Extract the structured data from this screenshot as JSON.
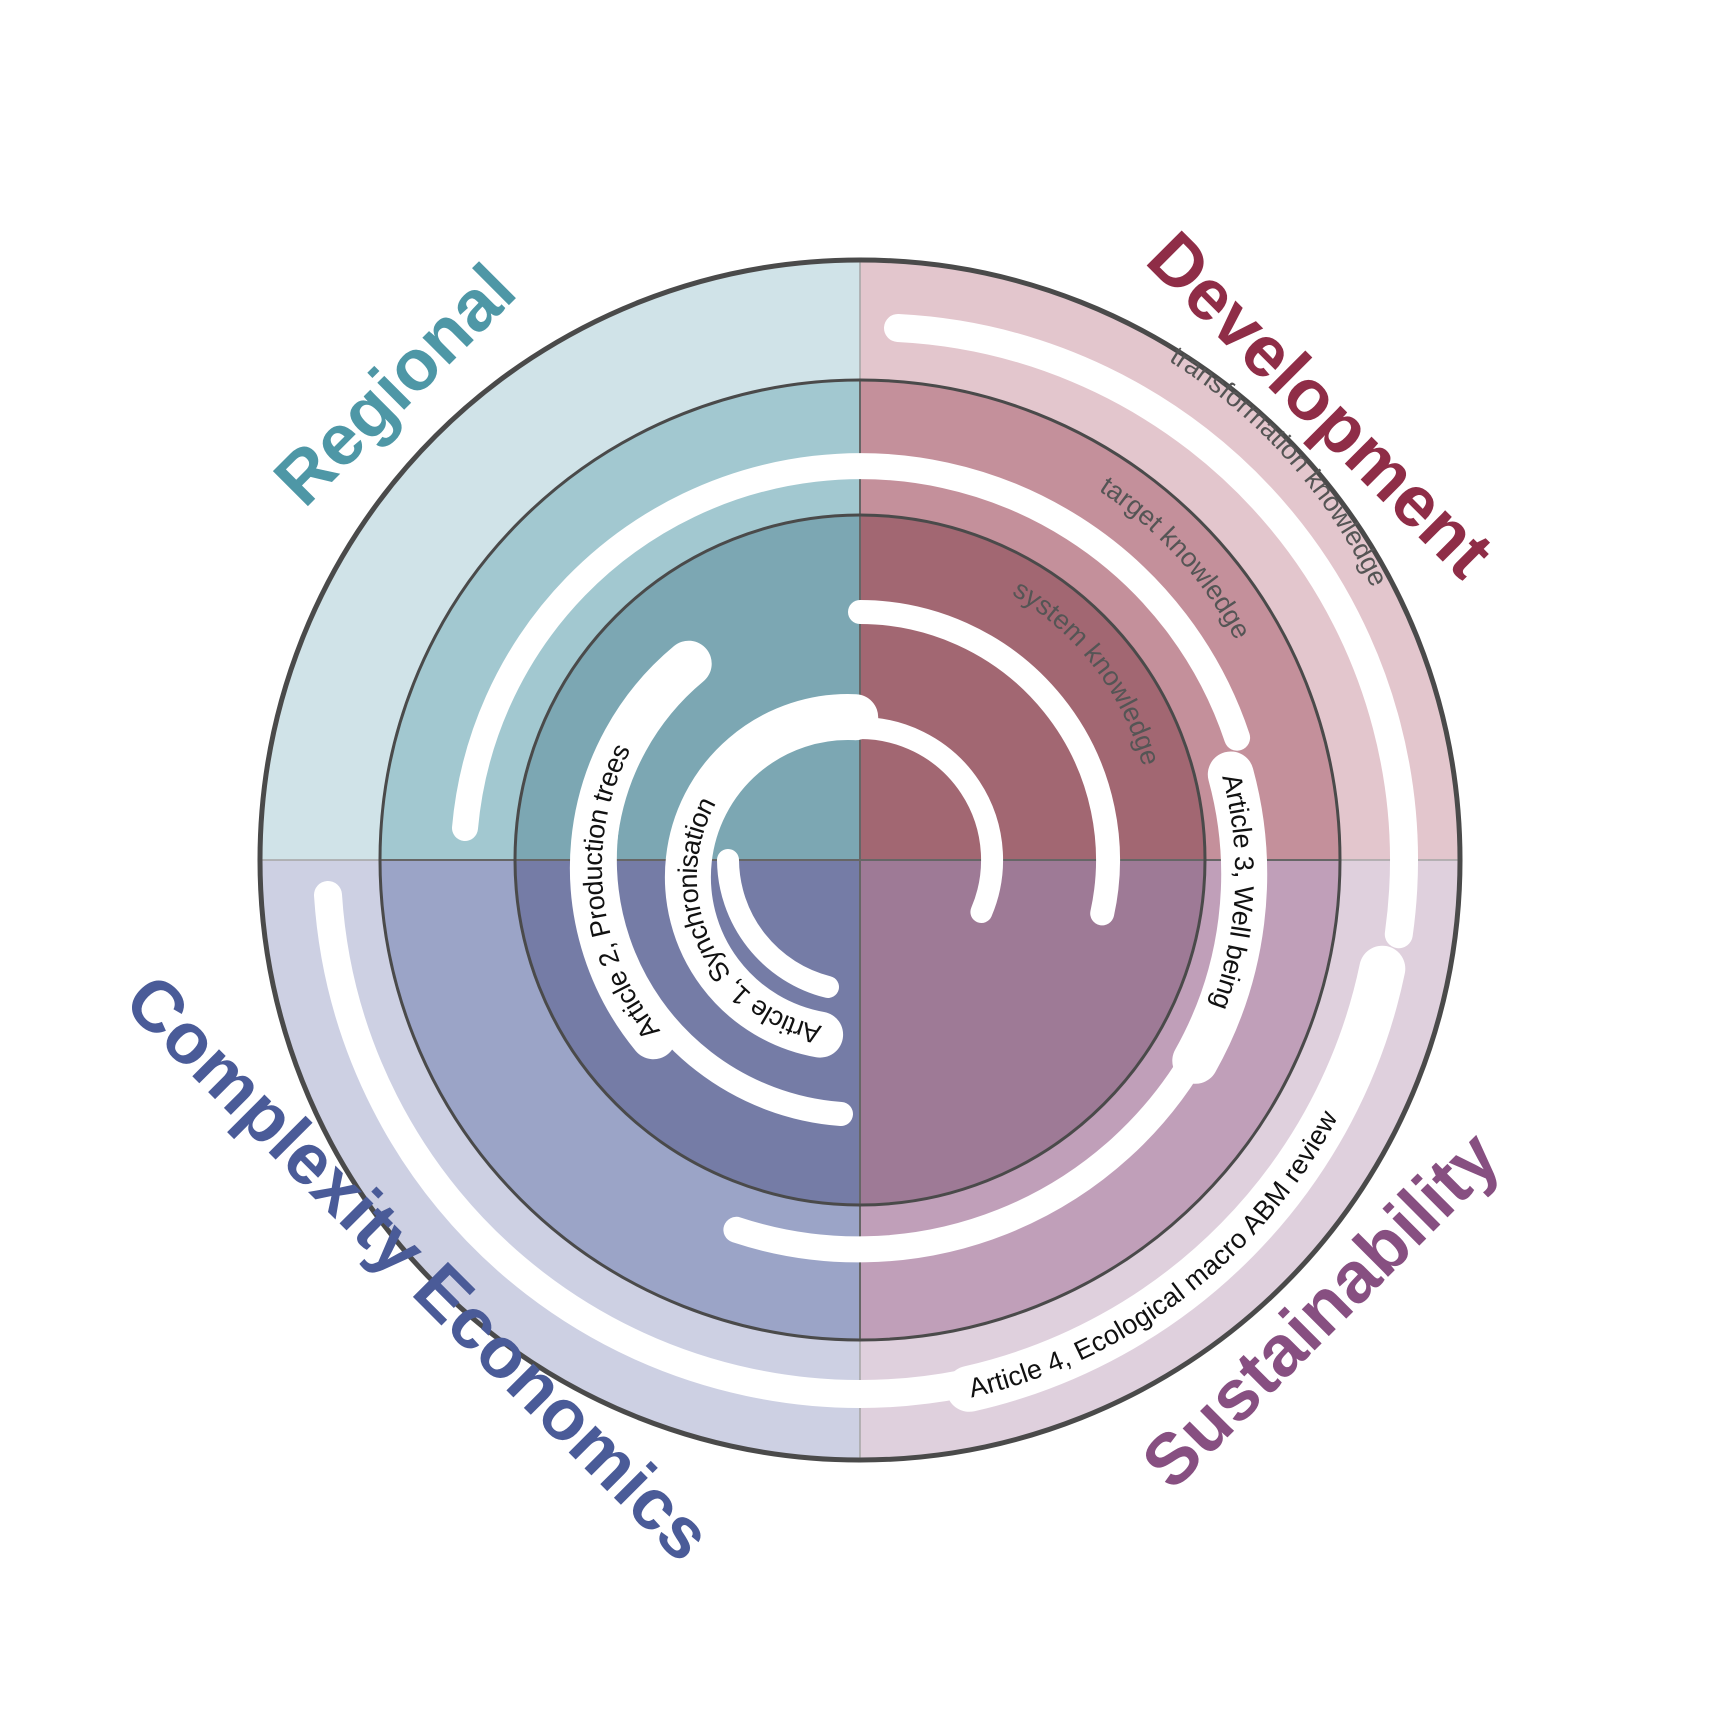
{
  "diagram": {
    "domains": {
      "regional": {
        "label": "Regional",
        "color": "#4e97a6"
      },
      "development": {
        "label": "Development",
        "color": "#8f2d47"
      },
      "sustainability": {
        "label": "Sustainability",
        "color": "#874f81"
      },
      "complexity": {
        "label": "Complexity Economics",
        "color": "#4a5b98"
      }
    },
    "quadrant_colors": {
      "regional": [
        "#d0e3e8",
        "#a2c8d0",
        "#7ca7b3"
      ],
      "development": [
        "#e3c6cd",
        "#c4909b",
        "#a26772"
      ],
      "sustainability": [
        "#dfd0dd",
        "#c09fb9",
        "#9e7a96"
      ],
      "complexity": [
        "#cdd0e3",
        "#9ba4c7",
        "#757ca6"
      ]
    },
    "ring_labels": {
      "transformation": "transformation knowledge",
      "target": "target knowledge",
      "system": "system knowledge"
    },
    "articles": {
      "article1": "Article 1, Synchronisation",
      "article2": "Article 2, Production trees",
      "article3": "Article 3, Well being",
      "article4": "Article 4, Ecological macro ABM review"
    }
  }
}
